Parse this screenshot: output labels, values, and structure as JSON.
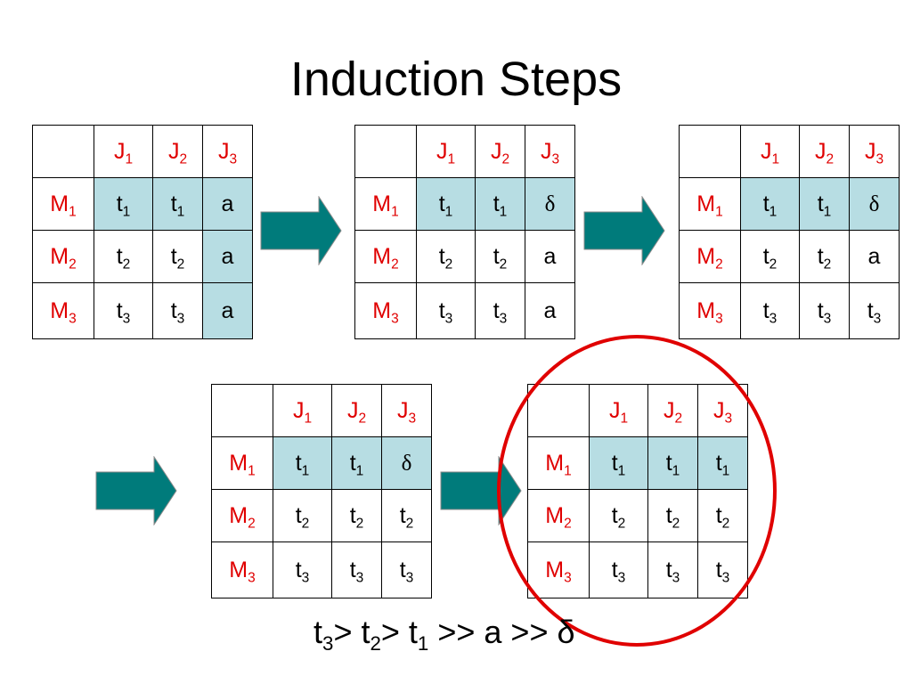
{
  "title": "Induction Steps",
  "row_headers": [
    "M",
    "M",
    "M"
  ],
  "col_headers": [
    "J",
    "J",
    "J"
  ],
  "indices": [
    "1",
    "2",
    "3"
  ],
  "matrices": [
    {
      "cells": [
        [
          "t",
          "1",
          "t",
          "1",
          "a",
          ""
        ],
        [
          "t",
          "2",
          "t",
          "2",
          "a",
          ""
        ],
        [
          "t",
          "3",
          "t",
          "3",
          "a",
          ""
        ]
      ],
      "highlight": [
        [
          1,
          1,
          1
        ],
        [
          0,
          0,
          1
        ],
        [
          0,
          0,
          1
        ]
      ]
    },
    {
      "cells": [
        [
          "t",
          "1",
          "t",
          "1",
          "δ",
          ""
        ],
        [
          "t",
          "2",
          "t",
          "2",
          "a",
          ""
        ],
        [
          "t",
          "3",
          "t",
          "3",
          "a",
          ""
        ]
      ],
      "highlight": [
        [
          1,
          1,
          1
        ],
        [
          0,
          0,
          0
        ],
        [
          0,
          0,
          0
        ]
      ]
    },
    {
      "cells": [
        [
          "t",
          "1",
          "t",
          "1",
          "δ",
          ""
        ],
        [
          "t",
          "2",
          "t",
          "2",
          "a",
          ""
        ],
        [
          "t",
          "3",
          "t",
          "3",
          "t",
          "3"
        ]
      ],
      "highlight": [
        [
          1,
          1,
          1
        ],
        [
          0,
          0,
          0
        ],
        [
          0,
          0,
          0
        ]
      ]
    },
    {
      "cells": [
        [
          "t",
          "1",
          "t",
          "1",
          "δ",
          ""
        ],
        [
          "t",
          "2",
          "t",
          "2",
          "t",
          "2"
        ],
        [
          "t",
          "3",
          "t",
          "3",
          "t",
          "3"
        ]
      ],
      "highlight": [
        [
          1,
          1,
          1
        ],
        [
          0,
          0,
          0
        ],
        [
          0,
          0,
          0
        ]
      ]
    },
    {
      "cells": [
        [
          "t",
          "1",
          "t",
          "1",
          "t",
          "1"
        ],
        [
          "t",
          "2",
          "t",
          "2",
          "t",
          "2"
        ],
        [
          "t",
          "3",
          "t",
          "3",
          "t",
          "3"
        ]
      ],
      "highlight": [
        [
          1,
          1,
          1
        ],
        [
          0,
          0,
          0
        ],
        [
          0,
          0,
          0
        ]
      ]
    }
  ],
  "caption": {
    "p1": "t",
    "s1": "3",
    "p2": "> t",
    "s2": "2",
    "p3": "> t",
    "s3": "1",
    "p4": " >> a >> δ"
  },
  "colors": {
    "arrow": "#007b7b",
    "highlight": "#b7dde3",
    "label": "#e00000",
    "circle": "#e00000"
  }
}
